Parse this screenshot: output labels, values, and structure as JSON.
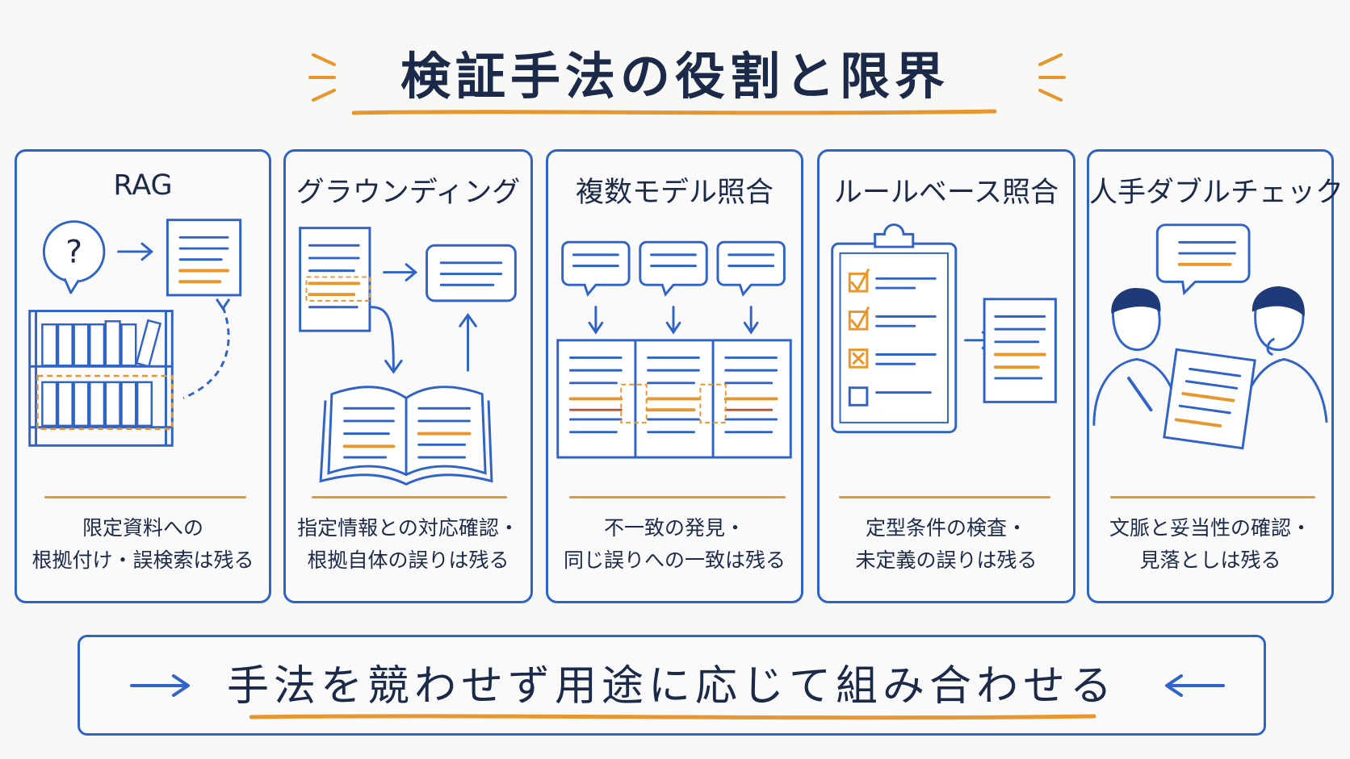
{
  "title": "検証手法の役割と限界",
  "colors": {
    "blue": "#2f63c8",
    "orange": "#e8962e",
    "ink": "#1c2a4a"
  },
  "cards": [
    {
      "title": "RAG",
      "icon": "bookshelf-search-icon",
      "desc": [
        "限定資料への",
        "根拠付け・誤検索は残る"
      ]
    },
    {
      "title": "グラウンディング",
      "icon": "source-document-book-icon",
      "desc": [
        "指定情報との対応確認・",
        "根拠自体の誤りは残る"
      ]
    },
    {
      "title": "複数モデル照合",
      "icon": "multi-model-compare-icon",
      "desc": [
        "不一致の発見・",
        "同じ誤りへの一致は残る"
      ]
    },
    {
      "title": "ルールベース照合",
      "icon": "clipboard-checklist-icon",
      "desc": [
        "定型条件の検査・",
        "未定義の誤りは残る"
      ]
    },
    {
      "title": "人手ダブルチェック",
      "icon": "two-people-review-icon",
      "desc": [
        "文脈と妥当性の確認・",
        "見落としは残る"
      ]
    }
  ],
  "bottom": {
    "text": "手法を競わせず用途に応じて組み合わせる"
  }
}
